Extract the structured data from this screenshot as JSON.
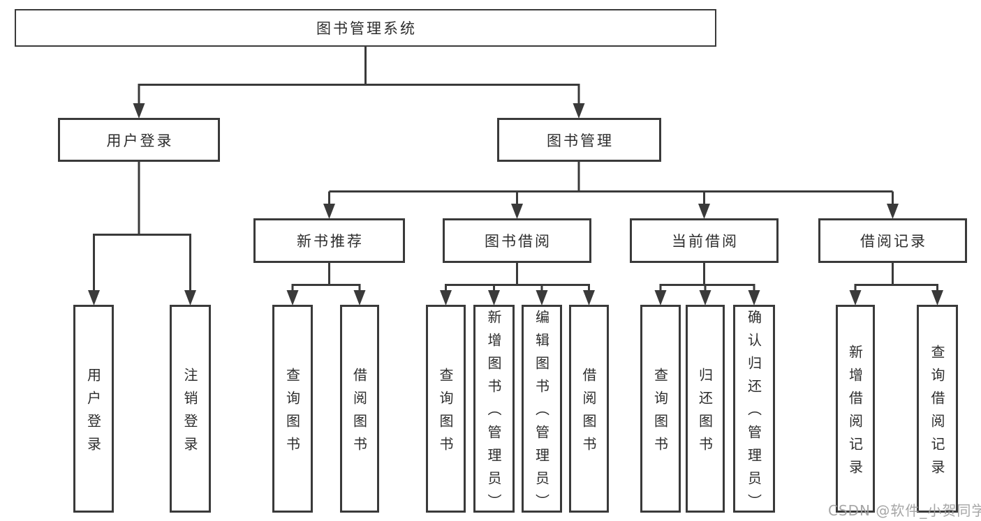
{
  "tree": {
    "root": "图书管理系统",
    "level1": {
      "user_login": "用户登录",
      "book_management": "图书管理"
    },
    "user_login_children": {
      "login": "用户登录",
      "logout": "注销登录"
    },
    "book_management_children": {
      "new_books": "新书推荐",
      "borrowing": "图书借阅",
      "current": "当前借阅",
      "records": "借阅记录"
    },
    "new_books_children": {
      "query": "查询图书",
      "borrow": "借阅图书"
    },
    "borrowing_children": {
      "query": "查询图书",
      "add": "新增图书（管理员）",
      "edit": "编辑图书（管理员）",
      "borrow": "借阅图书"
    },
    "current_children": {
      "query": "查询图书",
      "return": "归还图书",
      "confirm": "确认归还（管理员）"
    },
    "records_children": {
      "add": "新增借阅记录",
      "query": "查询借阅记录"
    }
  },
  "watermark": "CSDN @软件_小贺同学",
  "colors": {
    "line": "#3a3a3a",
    "text": "#2d2d2d",
    "watermark": "#9e9e9e",
    "background": "#ffffff"
  }
}
